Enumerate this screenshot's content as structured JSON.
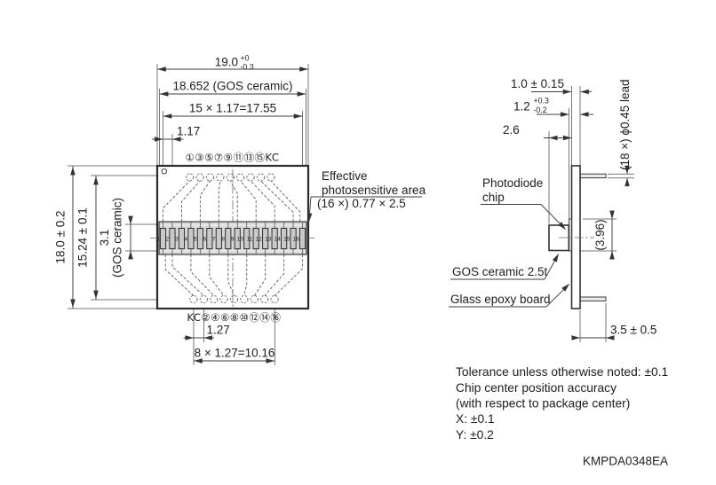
{
  "drawing": {
    "doc_number": "KMPDA0348EA",
    "palette": {
      "ink": "#2b2b2b",
      "band_fill": "#d8d8d8",
      "background": "#ffffff"
    },
    "front_view": {
      "dim_width": {
        "value": "19.0",
        "tol_up": "+0",
        "tol_dn": "-0.3"
      },
      "dim_ceramic_width": "18.652 (GOS ceramic)",
      "dim_element_span": "15 × 1.17=17.55",
      "dim_element_pitch": "1.17",
      "dim_height": "18.0 ± 0.2",
      "dim_lead_row_span": "15.24 ± 0.1",
      "dim_ceramic_height": "3.1",
      "dim_ceramic_height_note": "(GOS ceramic)",
      "dim_bottom_pitch": "1.27",
      "dim_bottom_span": "8 × 1.27=10.16",
      "top_pins": "①③⑤⑦⑨⑪⑬⑮KC",
      "bottom_pins": "KC②④⑥⑧⑩⑫⑭⑯",
      "elements": [
        "1",
        "2",
        "3",
        "4",
        "5",
        "6",
        "7",
        "8",
        "9",
        "10",
        "11",
        "12",
        "13",
        "14",
        "15",
        "16"
      ],
      "label_effective_area": {
        "line1": "Effective",
        "line2": "photosensitive area",
        "line3": "(16 ×) 0.77 × 2.5"
      }
    },
    "side_view": {
      "dim_board_thickness": "1.0 ± 0.15",
      "dim_chip_board": {
        "value": "1.2",
        "tol_up": "+0.3",
        "tol_dn": "-0.2"
      },
      "dim_total_thickness": "2.6",
      "dim_leads": "(18 ×) ϕ0.45 lead",
      "dim_chip_height": "(3.96)",
      "dim_lead_length": "3.5 ± 0.5",
      "label_photodiode_chip_line1": "Photodiode",
      "label_photodiode_chip_line2": "chip",
      "label_gos_ceramic": "GOS ceramic 2.5t",
      "label_glass_epoxy": "Glass epoxy board"
    },
    "notes": {
      "line1": "Tolerance unless otherwise noted: ±0.1",
      "line2": "Chip center position accuracy",
      "line3": "(with respect to package center)",
      "line4": "X: ±0.1",
      "line5": "Y: ±0.2"
    }
  }
}
